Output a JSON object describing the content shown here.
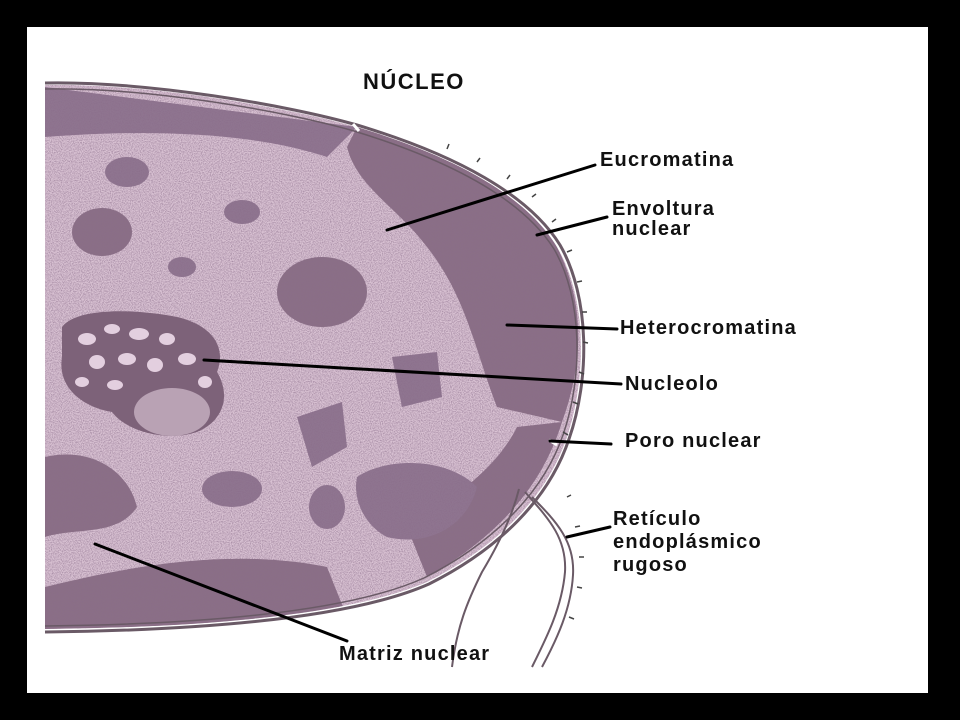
{
  "title": "NÚCLEO",
  "labels": {
    "eucromatina": "Eucromatina",
    "envoltura_1": "Envoltura",
    "envoltura_2": "nuclear",
    "heterocromatina": "Heterocromatina",
    "nucleolo": "Nucleolo",
    "poro": "Poro nuclear",
    "reticulo_1": "Retículo",
    "reticulo_2": "endoplásmico",
    "reticulo_3": "rugoso",
    "matriz": "Matriz nuclear"
  },
  "colors": {
    "frame": "#000000",
    "background": "#ffffff",
    "nucleoplasm": "#d9c2d3",
    "heterochromatin": "#8a6f86",
    "nucleolus": "#7d6279",
    "envelope": "#6a5a66",
    "leader_line": "#000000"
  }
}
